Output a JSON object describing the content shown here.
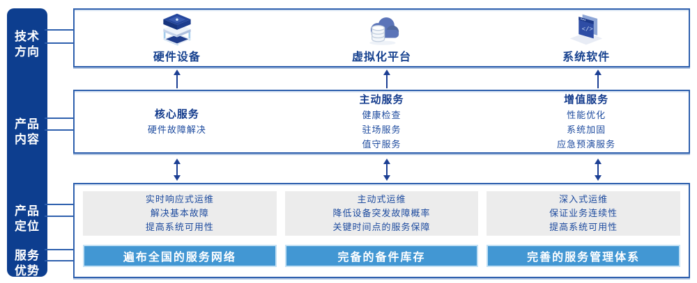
{
  "colors": {
    "sidebar_navy": "#0d3e8f",
    "box_border": "#2d5fad",
    "text_navy": "#16418f",
    "item_blue": "#1c4a9e",
    "banner_blue": "#4297d3",
    "panel_gray": "#ececec",
    "arrow_navy": "#1c3f94"
  },
  "sidebar": {
    "items": [
      {
        "label": "技术方向",
        "line1": "技术",
        "line2": "方向"
      },
      {
        "label": "产品内容",
        "line1": "产品",
        "line2": "内容"
      },
      {
        "label": "产品定位",
        "line1": "产品",
        "line2": "定位"
      },
      {
        "label": "服务优势",
        "line1": "服务",
        "line2": "优势"
      }
    ]
  },
  "tech_row": {
    "items": [
      {
        "icon": "server-stack-icon",
        "label": "硬件设备"
      },
      {
        "icon": "cloud-database-icon",
        "label": "虚拟化平台"
      },
      {
        "icon": "code-window-icon",
        "label": "系统软件"
      }
    ]
  },
  "content_row": {
    "columns": [
      {
        "title": "核心服务",
        "items": [
          "硬件故障解决"
        ]
      },
      {
        "title": "主动服务",
        "items": [
          "健康检查",
          "驻场服务",
          "值守服务"
        ]
      },
      {
        "title": "增值服务",
        "items": [
          "性能优化",
          "系统加固",
          "应急预演服务"
        ]
      }
    ]
  },
  "position_row": {
    "columns": [
      {
        "lines": [
          "实时响应式运维",
          "解决基本故障",
          "提高系统可用性"
        ],
        "banner": "遍布全国的服务网络"
      },
      {
        "lines": [
          "主动式运维",
          "降低设备突发故障概率",
          "关键时间点的服务保障"
        ],
        "banner": "完备的备件库存"
      },
      {
        "lines": [
          "深入式运维",
          "保证业务连续性",
          "提高系统可用性"
        ],
        "banner": "完善的服务管理体系"
      }
    ]
  }
}
